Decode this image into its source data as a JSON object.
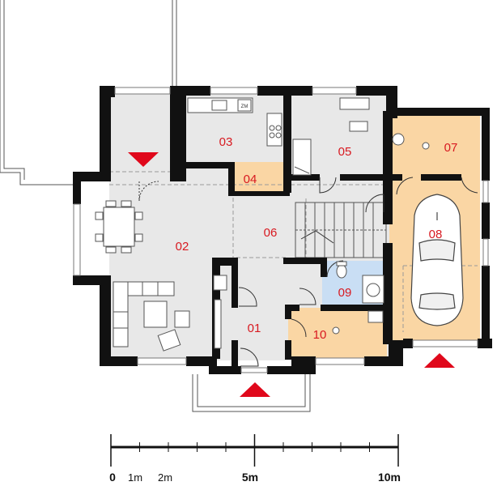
{
  "colors": {
    "wall": "#111111",
    "floor_gray": "#e8e8e8",
    "floor_orange": "#fad6a4",
    "floor_blue": "#c9def4",
    "room_label": "#d81920",
    "entrance_arrow": "#e0081b",
    "furniture": "#555555"
  },
  "rooms": [
    {
      "id": "01",
      "label": "01"
    },
    {
      "id": "02",
      "label": "02"
    },
    {
      "id": "03",
      "label": "03"
    },
    {
      "id": "04",
      "label": "04"
    },
    {
      "id": "05",
      "label": "05"
    },
    {
      "id": "06",
      "label": "06"
    },
    {
      "id": "07",
      "label": "07"
    },
    {
      "id": "08",
      "label": "08"
    },
    {
      "id": "09",
      "label": "09"
    },
    {
      "id": "10",
      "label": "10"
    }
  ],
  "kitchen": {
    "appliance_label": "ZM"
  },
  "scale_bar": {
    "labels": [
      "0",
      "1m",
      "2m",
      "5m",
      "10m"
    ],
    "marks_m": [
      0,
      1,
      2,
      5,
      10
    ]
  },
  "icons": [
    "entrance-arrow-icon",
    "car-icon",
    "dining-table-icon",
    "sofa-icon",
    "toilet-icon",
    "bathtub-icon",
    "stove-icon",
    "sink-icon",
    "staircase-icon"
  ]
}
